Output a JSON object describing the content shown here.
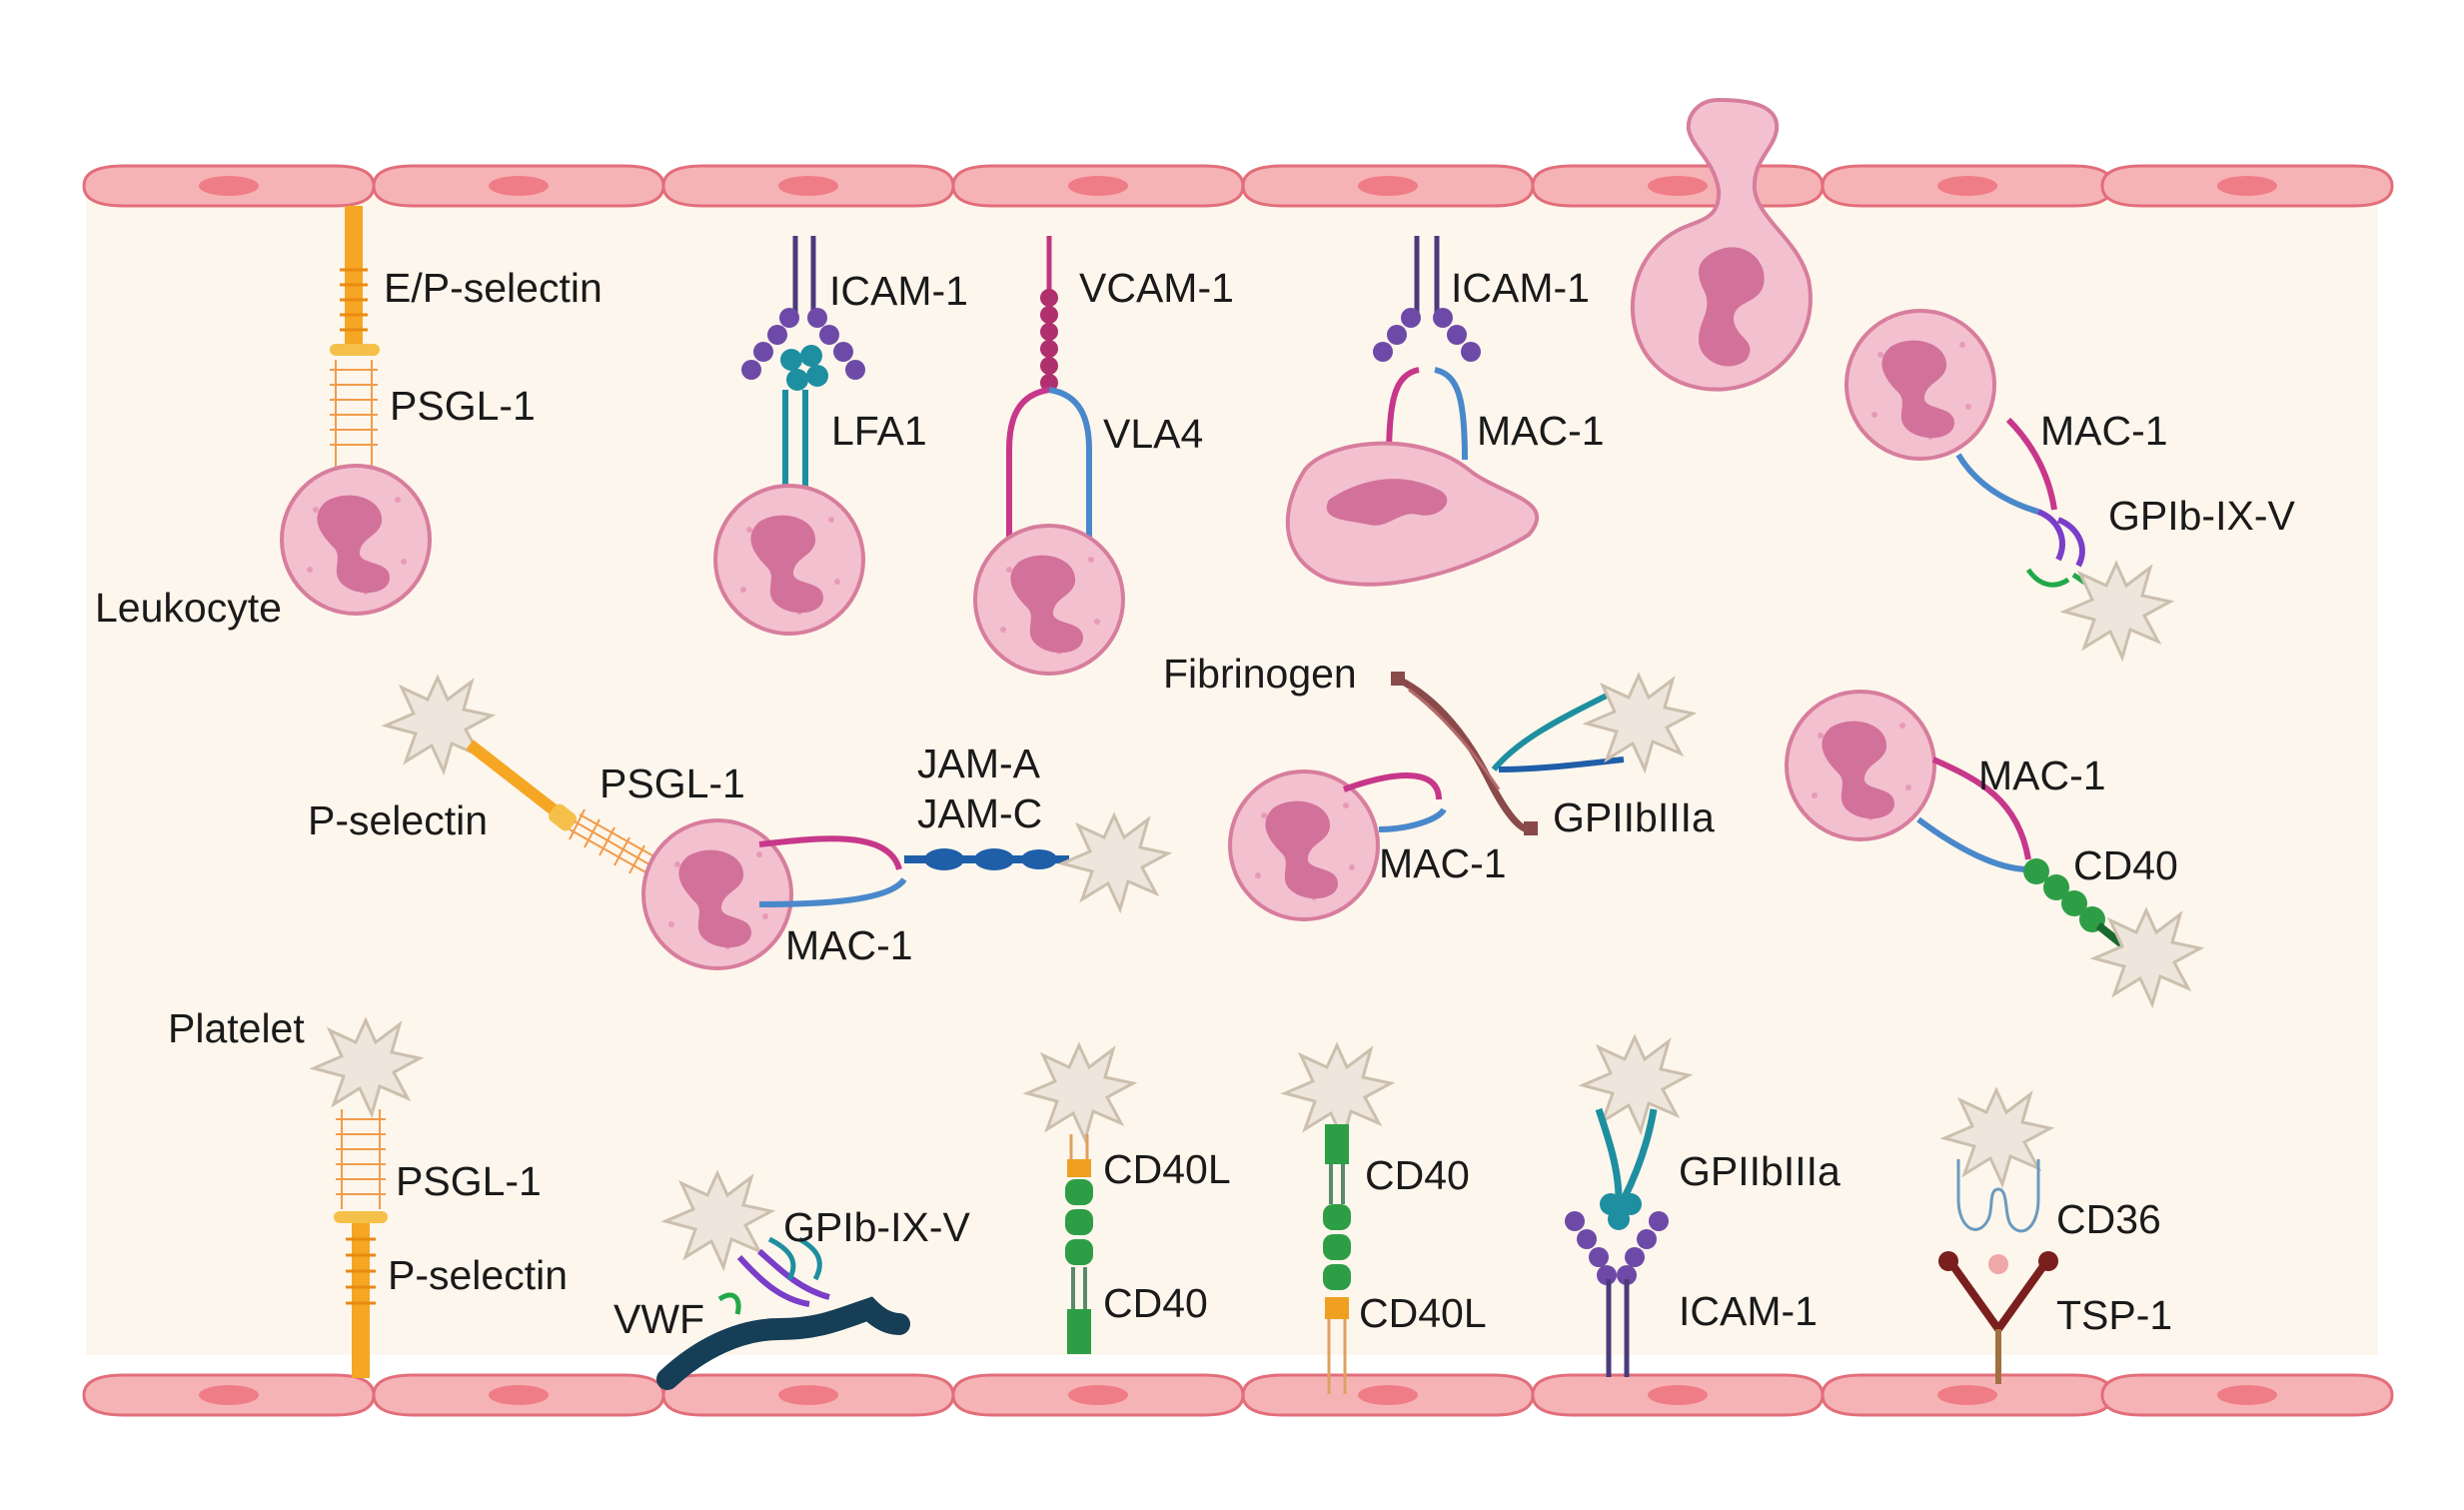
{
  "diagram": {
    "cells": {
      "leukocyte": "Leukocyte",
      "platelet": "Platelet"
    },
    "molecules": {
      "e_p_selectin": "E/P-selectin",
      "psgl1": "PSGL-1",
      "icam1": "ICAM-1",
      "lfa1": "LFA1",
      "vcam1": "VCAM-1",
      "vla4": "VLA4",
      "mac1": "MAC-1",
      "gpib_ix_v": "GPIb-IX-V",
      "p_selectin": "P-selectin",
      "jam_a": "JAM-A",
      "jam_c": "JAM-C",
      "fibrinogen": "Fibrinogen",
      "gpiibiiia": "GPIIbIIIa",
      "cd40": "CD40",
      "cd40l": "CD40L",
      "vwf": "VWF",
      "cd36": "CD36",
      "tsp1": "TSP-1"
    },
    "colors": {
      "background": "#fdf6ec",
      "endothelium": "#f6b3b6",
      "leukocyte": "#f3c0cf",
      "platelet": "#eee6dc",
      "selectin": "#f5a623",
      "icam": "#4b3a7a",
      "lfa1": "#1e8fa0",
      "vcam": "#c2367e",
      "mac1_alpha": "#c7378a",
      "mac1_beta": "#4a88cc",
      "jam": "#1f5ea8",
      "cd40": "#2e9e46",
      "vwf": "#163e57",
      "fibrinogen": "#8a4a4a",
      "tsp1": "#7a1e1e"
    }
  }
}
